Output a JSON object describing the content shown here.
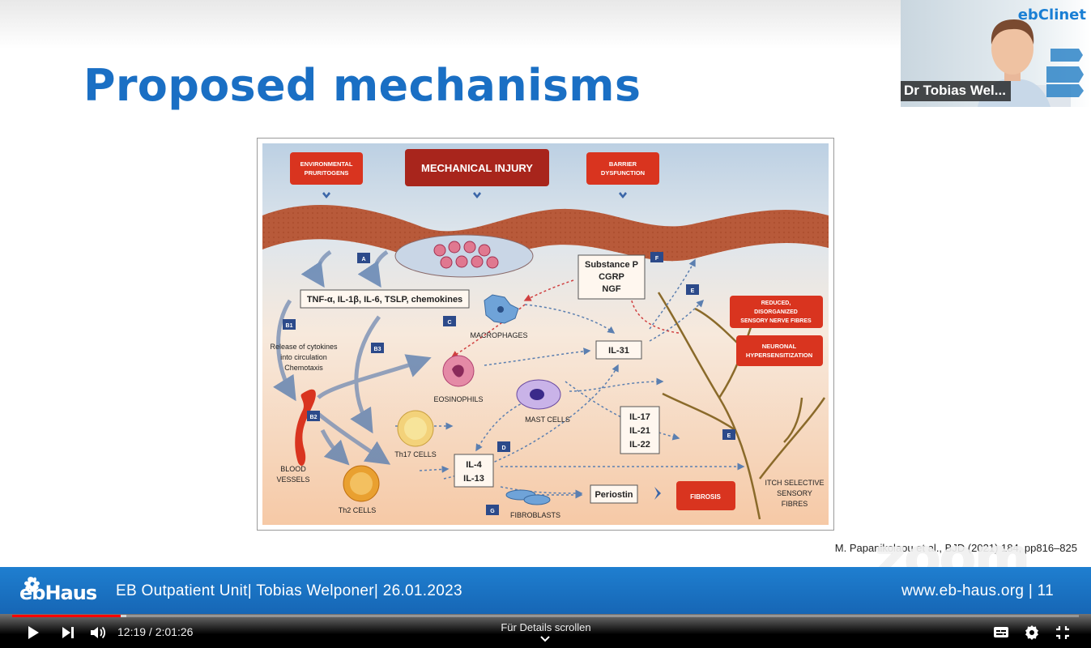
{
  "slide": {
    "title": "Proposed mechanisms",
    "citation": "M. Papanikolaou et al., BJD (2021) 184, pp816–825",
    "watermark": "zoom"
  },
  "diagram": {
    "boxes": {
      "environmental": "ENVIRONMENTAL PRURITOGENS",
      "mechanical": "MECHANICAL INJURY",
      "barrier": "BARRIER DYSFUNCTION",
      "reduced": "REDUCED, DISORGANIZED SENSORY NERVE FIBRES",
      "neuronal": "NEURONAL HYPERSENSITIZATION",
      "fibrosis": "FIBROSIS"
    },
    "cytokines": "TNF-α, IL-1β, IL-6, TSLP, chemokines",
    "substance_p": [
      "Substance P",
      "CGRP",
      "NGF"
    ],
    "il31": "IL-31",
    "il17": [
      "IL-17",
      "IL-21",
      "IL-22"
    ],
    "il4": [
      "IL-4",
      "IL-13"
    ],
    "periostin": "Periostin",
    "release": [
      "Release of cytokines",
      "into circulation",
      "Chemotaxis"
    ],
    "cells": {
      "macrophages": "MACROPHAGES",
      "eosinophils": "EOSINOPHILS",
      "mast": "MAST CELLS",
      "th17": "Th17 CELLS",
      "th2": "Th2 CELLS",
      "fibroblasts": "FIBROBLASTS",
      "blood": [
        "BLOOD",
        "VESSELS"
      ],
      "itch": [
        "ITCH SELECTIVE",
        "SENSORY",
        "FIBRES"
      ]
    },
    "tags": {
      "A": "A",
      "B1": "B1",
      "B2": "B2",
      "B3": "B3",
      "C": "C",
      "D": "D",
      "E1": "E",
      "E2": "E",
      "F": "F",
      "G": "G"
    }
  },
  "footer": {
    "logo": "ebHaus",
    "text": "EB Outpatient Unit| Tobias Welponer| 26.01.2023",
    "url": "www.eb-haus.org | 11"
  },
  "participant": {
    "name": "Dr Tobias Wel...",
    "logo": "ebClinet"
  },
  "player": {
    "current_time": "12:19",
    "duration": "2:01:26",
    "details_hint": "Für Details scrollen",
    "progress_fraction": 0.102
  },
  "colors": {
    "title_blue": "#1a6fc4",
    "footer_blue": "#1a72c4",
    "box_red": "#d9341f",
    "progress_red": "#ff0000"
  }
}
